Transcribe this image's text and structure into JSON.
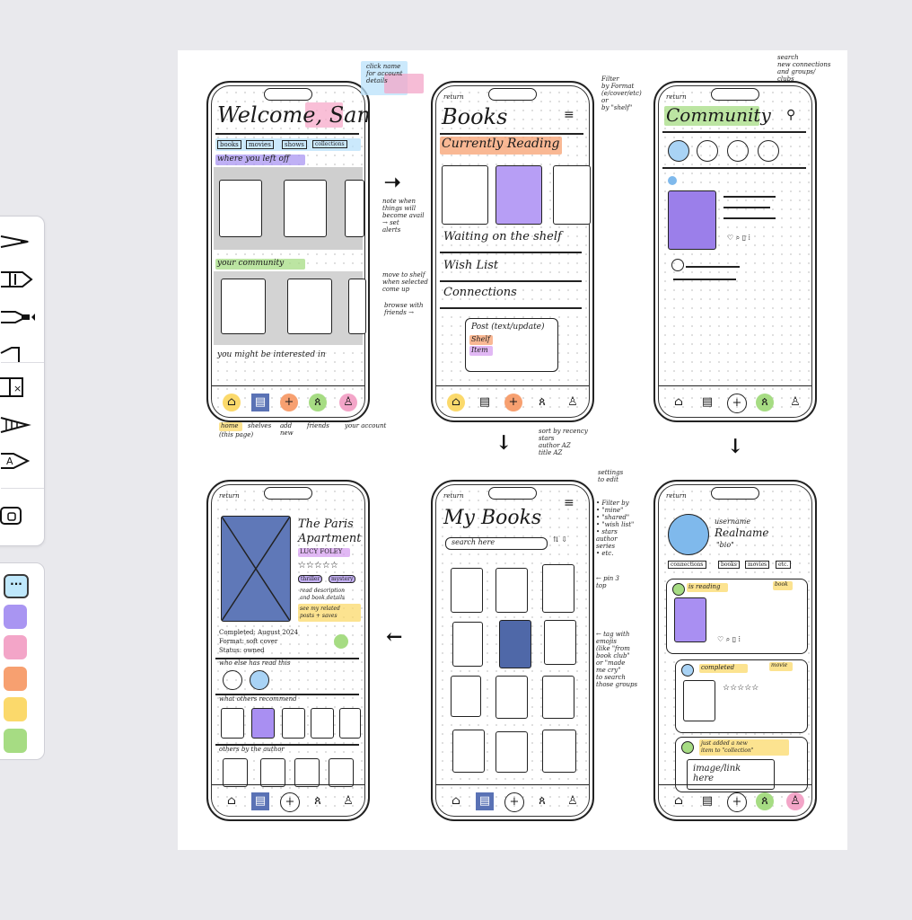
{
  "tools": {
    "items": [
      "pen-icon",
      "marker-icon",
      "highlighter-icon",
      "ruler-icon",
      "eraser-icon",
      "pencil-icon",
      "fountain-pen-icon",
      "lasso-icon"
    ],
    "more_label": "···"
  },
  "swatches": {
    "colors": [
      "#a995f2",
      "#f3a5c8",
      "#f7a070",
      "#fbd96b",
      "#a6dc83"
    ]
  },
  "screen_home": {
    "title": "Welcome, Sam",
    "tabs": [
      "books",
      "movies",
      "shows",
      "collections"
    ],
    "section_recent": "where you left off",
    "section_community": "your community",
    "section_suggest": "you might be interested in"
  },
  "home_labels": {
    "home": "home",
    "this_page": "(this page)",
    "shelves": "shelves",
    "add_new": "add new",
    "friends": "friends",
    "account": "your account"
  },
  "screen_books": {
    "back": "return",
    "title": "Books",
    "currently_reading": "Currently Reading",
    "waiting": "Waiting on the shelf",
    "wish_list": "Wish List",
    "connections": "Connections",
    "popup_title": "Post (text/update)",
    "popup_shelf": "Shelf",
    "popup_item": "Item"
  },
  "screen_community": {
    "back": "return",
    "title": "Community"
  },
  "screen_book_detail": {
    "back": "return",
    "title_line1": "The Paris",
    "title_line2": "Apartment",
    "author": "LUCY FOLEY",
    "stars": "☆☆☆☆☆",
    "tag1": "thriller",
    "tag2": "mystery",
    "desc": "read description\nand book details",
    "related": "see my related\nposts + saves",
    "completed": "Completed: August 2024",
    "format": "Format: soft cover",
    "status": "Status: owned",
    "who_else": "who else has read this",
    "recommend": "what others recommend",
    "others_by": "others by the author"
  },
  "screen_mybooks": {
    "back": "return",
    "title": "My Books",
    "search_placeholder": "search here",
    "sort_icon": "⇅ ⇩"
  },
  "screen_profile": {
    "back": "return",
    "username": "username",
    "realname": "Realname",
    "bio": "\"bio\"",
    "tabs": [
      "connections",
      "books",
      "movies",
      "etc."
    ],
    "post1_status": "is reading",
    "post1_tag": "book",
    "post2_status": "completed",
    "post2_tag": "movie",
    "post3_text": "just added a new\nitem to \"collection\"",
    "post3_image": "image/link\nhere"
  },
  "notes": {
    "click_name": "click name\nfor account\ndetails",
    "filter_format": "Filter\nby Format\n(e/cover/etc)\nor\nby \"shelf\"",
    "search_community": "search\nnew connections\nand groups/\nclubs",
    "note_when": "note when\nthings will\nbecome avail\n→ set\nalerts",
    "move_to_shelf": "move to shelf\nwhen selected\ncome up",
    "browse_friends": "browse with\nfriends →",
    "sort_by": "sort by recency\nstars\nauthor AZ\ntitle AZ",
    "settings_edit": "settings\nto edit",
    "filter_by": "• Filter by\n• \"mine\"\n• \"shared\"\n• \"wish list\"\n• stars\n  author\n  series\n• etc.",
    "pin_top": "← pin 3\n   top",
    "tag_emojis": "← tag with\n   emojis\n  (like \"from\n   book club\"\n   or \"made\n   me cry\"\n   to search\n   those groups"
  }
}
